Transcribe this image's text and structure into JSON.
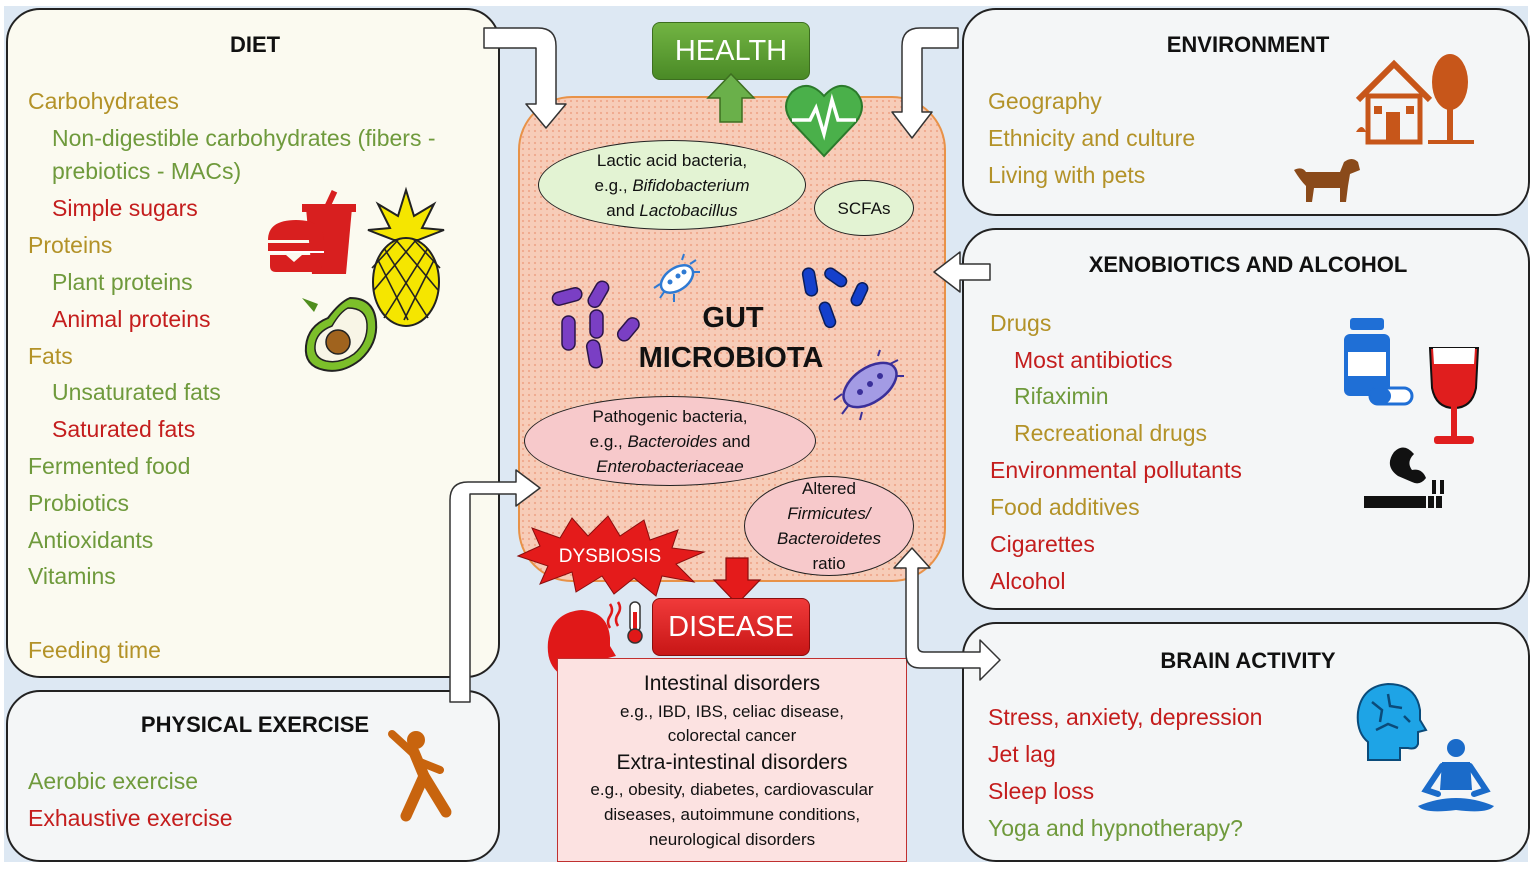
{
  "diet": {
    "title": "DIET",
    "items": [
      {
        "text": "Carbohydrates",
        "color": "#b39228"
      },
      {
        "text": "Non-digestible carbohydrates (fibers -",
        "color": "#6f9a3c"
      },
      {
        "text": "prebiotics - MACs)",
        "color": "#6f9a3c"
      },
      {
        "text": "Simple sugars",
        "color": "#c41d1d"
      },
      {
        "text": "Proteins",
        "color": "#b39228"
      },
      {
        "text": "Plant proteins",
        "color": "#6f9a3c"
      },
      {
        "text": "Animal proteins",
        "color": "#c41d1d"
      },
      {
        "text": "Fats",
        "color": "#b39228"
      },
      {
        "text": "Unsaturated fats",
        "color": "#6f9a3c"
      },
      {
        "text": "Saturated fats",
        "color": "#c41d1d"
      },
      {
        "text": "Fermented food",
        "color": "#6f9a3c"
      },
      {
        "text": "Probiotics",
        "color": "#6f9a3c"
      },
      {
        "text": "Antioxidants",
        "color": "#6f9a3c"
      },
      {
        "text": "Vitamins",
        "color": "#6f9a3c"
      },
      {
        "text": "Feeding time",
        "color": "#b39228"
      }
    ]
  },
  "exercise": {
    "title": "PHYSICAL EXERCISE",
    "items": [
      {
        "text": "Aerobic exercise",
        "color": "#6f9a3c"
      },
      {
        "text": "Exhaustive exercise",
        "color": "#c41d1d"
      }
    ]
  },
  "environment": {
    "title": "ENVIRONMENT",
    "items": [
      {
        "text": "Geography",
        "color": "#b39228"
      },
      {
        "text": "Ethnicity and culture",
        "color": "#b39228"
      },
      {
        "text": "Living with pets",
        "color": "#b39228"
      }
    ]
  },
  "xenobiotics": {
    "title": "XENOBIOTICS AND ALCOHOL",
    "items": [
      {
        "text": "Drugs",
        "color": "#b39228"
      },
      {
        "text": "Most antibiotics",
        "color": "#c41d1d"
      },
      {
        "text": "Rifaximin",
        "color": "#6f9a3c"
      },
      {
        "text": "Recreational drugs",
        "color": "#b39228"
      },
      {
        "text": "Environmental pollutants",
        "color": "#c41d1d"
      },
      {
        "text": "Food additives",
        "color": "#b39228"
      },
      {
        "text": "Cigarettes",
        "color": "#c41d1d"
      },
      {
        "text": "Alcohol",
        "color": "#c41d1d"
      }
    ]
  },
  "brain": {
    "title": "BRAIN ACTIVITY",
    "items": [
      {
        "text": "Stress, anxiety, depression",
        "color": "#c41d1d"
      },
      {
        "text": "Jet lag",
        "color": "#c41d1d"
      },
      {
        "text": "Sleep loss",
        "color": "#c41d1d"
      },
      {
        "text": "Yoga and hypnotherapy?",
        "color": "#6f9a3c"
      }
    ]
  },
  "center": {
    "health_label": "HEALTH",
    "disease_label": "DISEASE",
    "dysbiosis_label": "DYSBIOSIS",
    "gut_line1": "GUT",
    "gut_line2": "MICROBIOTA",
    "scfas": "SCFAs",
    "lactic": {
      "line1": "Lactic acid bacteria,",
      "line2_prefix": "e.g., ",
      "line2_italic": "Bifidobacterium",
      "line3_prefix": "and ",
      "line3_italic": "Lactobacillus"
    },
    "pathogenic": {
      "line1": "Pathogenic bacteria,",
      "line2_prefix": "e.g., ",
      "line2_italic": "Bacteroides",
      "line2_suffix": " and",
      "line3_italic": "Enterobacteriaceae"
    },
    "ratio": {
      "line1": "Altered",
      "line2_italic": "Firmicutes/",
      "line3_italic": "Bacteroidetes",
      "line4": "ratio"
    }
  },
  "disorders": {
    "intestinal_title": "Intestinal disorders",
    "intestinal_line1": "e.g., IBD, IBS, celiac disease,",
    "intestinal_line2": "colorectal cancer",
    "extra_title": "Extra-intestinal disorders",
    "extra_line1": "e.g., obesity, diabetes, cardiovascular",
    "extra_line2": "diseases, autoimmune conditions,",
    "extra_line3": "neurological disorders"
  },
  "colors": {
    "green_text": "#6f9a3c",
    "gold_text": "#b39228",
    "red_text": "#c41d1d",
    "health_badge": "#5a9a33",
    "disease_badge": "#dd2222",
    "core_fill": "#f7ccb8"
  },
  "icons": [
    "fast-food-icon",
    "pineapple-icon",
    "avocado-icon",
    "house-icon",
    "tree-icon",
    "dog-icon",
    "pill-bottle-icon",
    "wine-glass-icon",
    "cigarette-icon",
    "brain-head-icon",
    "meditation-icon",
    "yoga-person-icon",
    "heart-pulse-icon",
    "sick-head-icon",
    "thermometer-icon",
    "bacteria-icon"
  ]
}
